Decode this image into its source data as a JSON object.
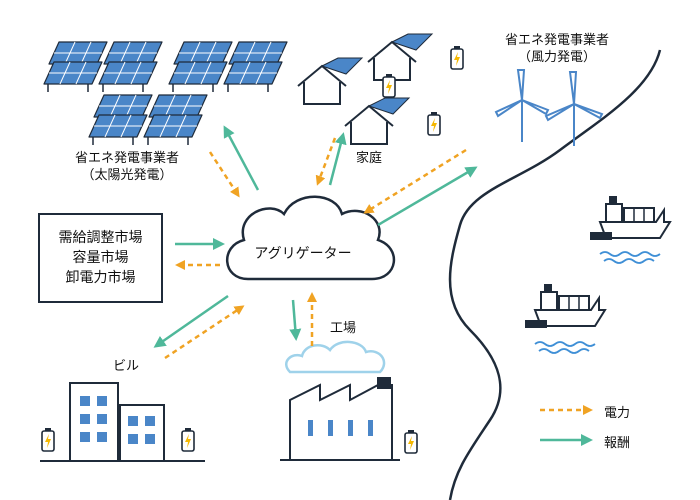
{
  "diagram": {
    "aggregator": "アグリゲーター",
    "solar_provider": {
      "line1": "省エネ発電事業者",
      "line2": "（太陽光発電）"
    },
    "wind_provider": {
      "line1": "省エネ発電事業者",
      "line2": "（風力発電）"
    },
    "household": "家庭",
    "markets": [
      "需給調整市場",
      "容量市場",
      "卸電力市場"
    ],
    "building": "ビル",
    "factory": "工場",
    "legend": {
      "power": "電力",
      "reward": "報酬"
    }
  },
  "colors": {
    "navy": "#1f2b3a",
    "solar_blue": "#4a86c8",
    "power_arrow": "#f0a323",
    "reward_arrow": "#4fb89a",
    "battery_yellow": "#f5b800",
    "water_blue": "#3f8fd6",
    "cloud_blue": "#9fd2ea"
  },
  "icons": [
    "solar-panel-icon",
    "house-icon",
    "battery-icon",
    "wind-turbine-icon",
    "cloud-icon",
    "building-icon",
    "factory-icon",
    "ship-icon"
  ]
}
